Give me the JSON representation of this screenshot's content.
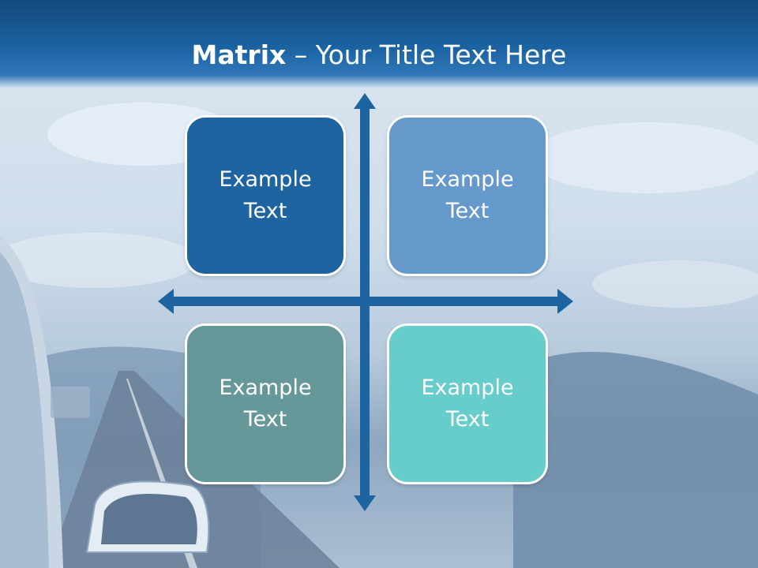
{
  "slide": {
    "title_bold": "Matrix",
    "title_rest": " – Your Title Text Here"
  },
  "matrix": {
    "top_left": "Example Text",
    "top_right": "Example Text",
    "bottom_left": "Example Text",
    "bottom_right": "Example Text"
  },
  "colors": {
    "title_bar": "#1c63a3",
    "arrows": "#1d64a1",
    "top_left": "#1d64a1",
    "top_right": "#6699cb",
    "bottom_left": "#66989a",
    "bottom_right": "#66cdcb"
  }
}
